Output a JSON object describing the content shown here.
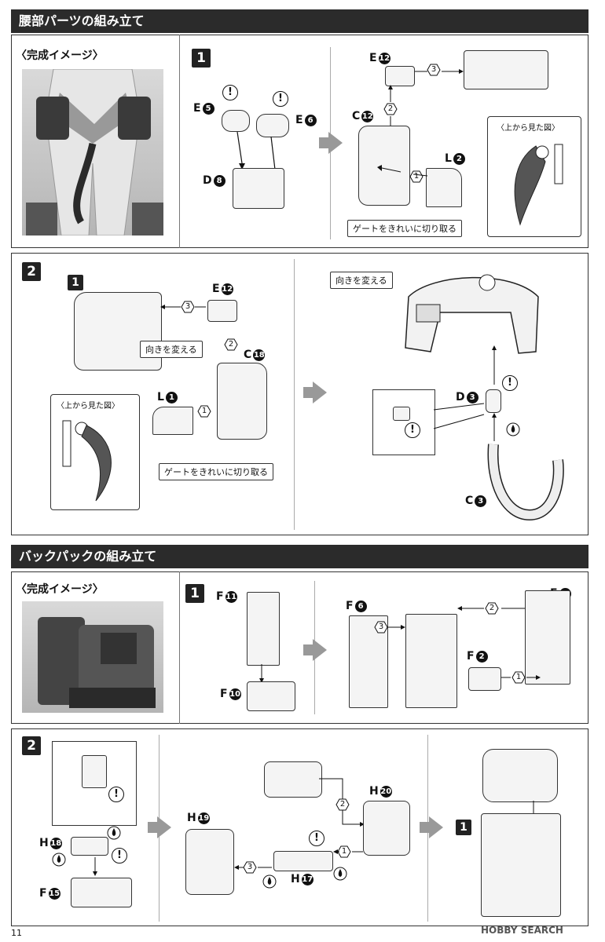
{
  "waist": {
    "header": "腰部パーツの組み立て",
    "image_title": "〈完成イメージ〉",
    "step1": {
      "num": "1",
      "e5": "E",
      "e5n": "5",
      "e6": "E",
      "e6n": "6",
      "d8": "D",
      "d8n": "8",
      "e12": "E",
      "e12n": "12",
      "c12": "C",
      "c12n": "12",
      "l2": "L",
      "l2n": "2",
      "seq1": "1",
      "seq2": "2",
      "seq3": "3",
      "gate_callout": "ゲートをきれいに切り取る",
      "inset_title": "〈上から見た図〉"
    },
    "step2": {
      "num": "2",
      "sub_num": "1",
      "e12": "E",
      "e12n": "12",
      "c18": "C",
      "c18n": "18",
      "l1": "L",
      "l1n": "1",
      "d3": "D",
      "d3n": "3",
      "c3": "C",
      "c3n": "3",
      "seq1": "1",
      "seq2": "2",
      "seq3": "3",
      "turn_callout": "向きを変える",
      "turn_callout2": "向きを変える",
      "gate_callout": "ゲートをきれいに切り取る",
      "inset_title": "〈上から見た図〉"
    }
  },
  "backpack": {
    "header": "バックパックの組み立て",
    "image_title": "〈完成イメージ〉",
    "step1": {
      "num": "1",
      "f11": "F",
      "f11n": "11",
      "f10": "F",
      "f10n": "10",
      "f6": "F",
      "f6n": "6",
      "f14": "F",
      "f14n": "14",
      "f2": "F",
      "f2n": "2",
      "seq1": "1",
      "seq2": "2",
      "seq3": "3"
    },
    "step2": {
      "num": "2",
      "sub_num": "1",
      "h18": "H",
      "h18n": "18",
      "f15": "F",
      "f15n": "15",
      "h19": "H",
      "h19n": "19",
      "h20": "H",
      "h20n": "20",
      "h17": "H",
      "h17n": "17",
      "seq1": "1",
      "seq2": "2",
      "seq3": "3"
    }
  },
  "page_number": "11",
  "watermark": "HOBBY SEARCH",
  "icons": {
    "caution": "exclamation-circle-icon",
    "glue": "cement-drop-icon",
    "arrow": "right-arrow-icon"
  },
  "colors": {
    "header_bg": "#2b2b2b",
    "arrow": "#999999"
  }
}
